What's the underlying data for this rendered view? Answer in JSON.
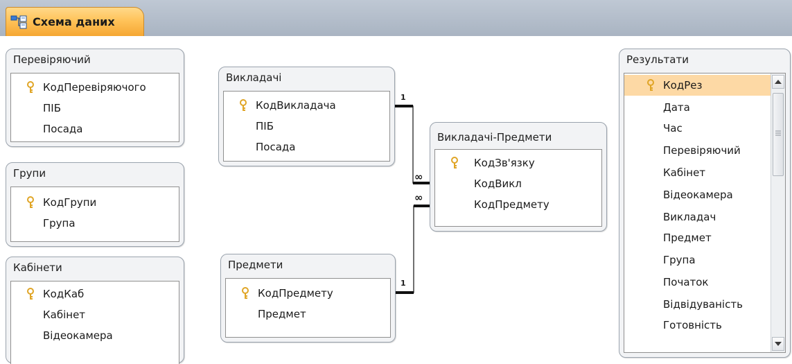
{
  "tab": {
    "label": "Схема даних",
    "icon": "relationships-icon"
  },
  "tables": {
    "pereviriaiuchyi": {
      "title": "Перевіряючий",
      "fields": [
        "КодПеревіряючого",
        "ПІБ",
        "Посада"
      ],
      "key_index": 0
    },
    "hrupy": {
      "title": "Групи",
      "fields": [
        "КодГрупи",
        "Група"
      ],
      "key_index": 0
    },
    "kabinety": {
      "title": "Кабінети",
      "fields": [
        "КодКаб",
        "Кабінет",
        "Відеокамера"
      ],
      "key_index": 0
    },
    "vykladachi": {
      "title": "Викладачі",
      "fields": [
        "КодВикладача",
        "ПІБ",
        "Посада"
      ],
      "key_index": 0
    },
    "predmety": {
      "title": "Предмети",
      "fields": [
        "КодПредмету",
        "Предмет"
      ],
      "key_index": 0
    },
    "vykladachi_predmety": {
      "title": "Викладачі-Предмети",
      "fields": [
        "КодЗв'язку",
        "КодВикл",
        "КодПредмету"
      ],
      "key_index": 0
    },
    "rezultaty": {
      "title": "Результати",
      "fields": [
        "КодРез",
        "Дата",
        "Час",
        "Перевіряючий",
        "Кабінет",
        "Відеокамера",
        "Викладач",
        "Предмет",
        "Група",
        "Початок",
        "Відвідуваність",
        "Готовність"
      ],
      "key_index": 0,
      "selected_index": 0
    }
  },
  "relationships": [
    {
      "from": "Викладачі.КодВикладача",
      "to": "Викладачі-Предмети.КодВикл",
      "one_label": "1",
      "many_label": "∞"
    },
    {
      "from": "Предмети.КодПредмету",
      "to": "Викладачі-Предмети.КодПредмету",
      "one_label": "1",
      "many_label": "∞"
    }
  ],
  "colors": {
    "tab_accent": "#ffc35a",
    "selected_row": "#fdd9a5",
    "key_gold": "#e0a526"
  }
}
